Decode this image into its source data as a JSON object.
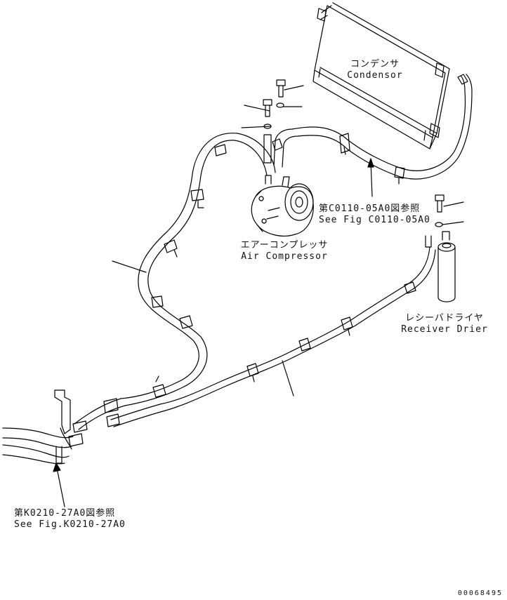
{
  "labels": {
    "condensor_jp": "コンデンサ",
    "condensor_en": "Condensor",
    "compressor_jp": "エアーコンプレッサ",
    "compressor_en": "Air Compressor",
    "receiver_jp": "レシーバドライヤ",
    "receiver_en": "Receiver Drier",
    "ref_c0110_jp": "第C0110-05A0図参照",
    "ref_c0110_en": "See Fig C0110-05A0",
    "ref_k0210_jp": "第K0210-27A0図参照",
    "ref_k0210_en": "See Fig.K0210-27A0"
  },
  "document_number": "00068495"
}
